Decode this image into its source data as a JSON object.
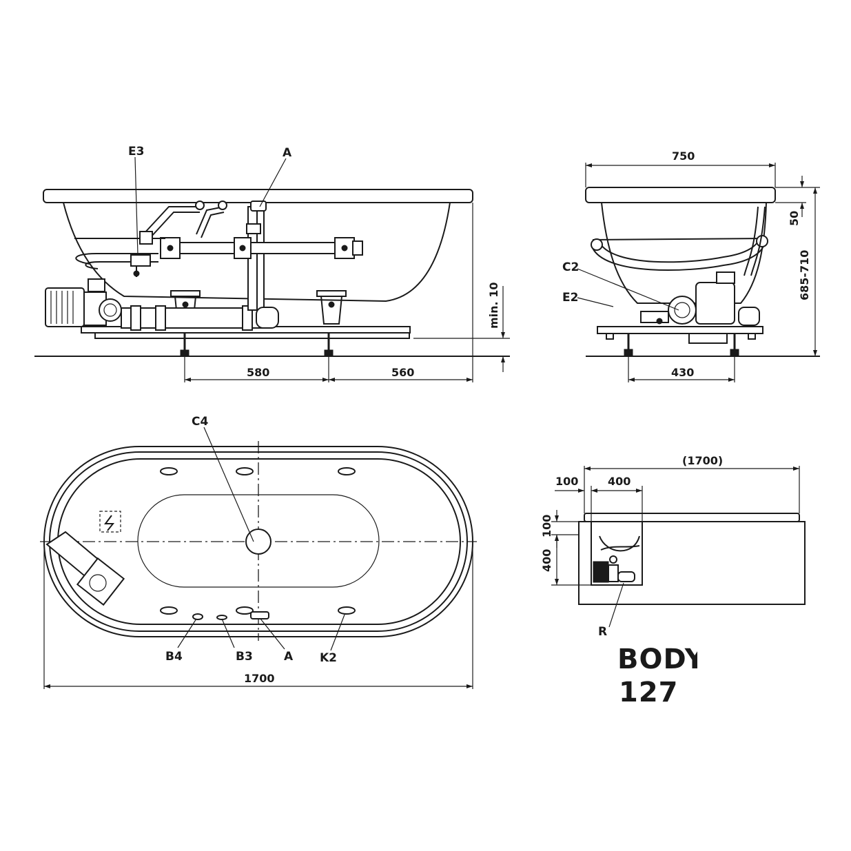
{
  "side_view": {
    "labels": {
      "e3": "E3",
      "a": "A"
    },
    "dims": {
      "left_span": "580",
      "right_span": "560",
      "min_height": "min. 10"
    }
  },
  "end_view": {
    "labels": {
      "c2": "C2",
      "e2": "E2"
    },
    "dims": {
      "width": "750",
      "rim": "50",
      "height_range": "685-710",
      "feet": "430"
    }
  },
  "plan_view": {
    "labels": {
      "c4": "C4",
      "b4": "B4",
      "b3": "B3",
      "a": "A",
      "k2": "K2"
    },
    "dims": {
      "length": "1700"
    }
  },
  "install_view": {
    "labels": {
      "r": "R"
    },
    "dims": {
      "length": "(1700)",
      "offset": "100",
      "width": "400",
      "top": "100",
      "depth": "400"
    }
  },
  "product": {
    "line1": "BODY",
    "line2": "127"
  }
}
